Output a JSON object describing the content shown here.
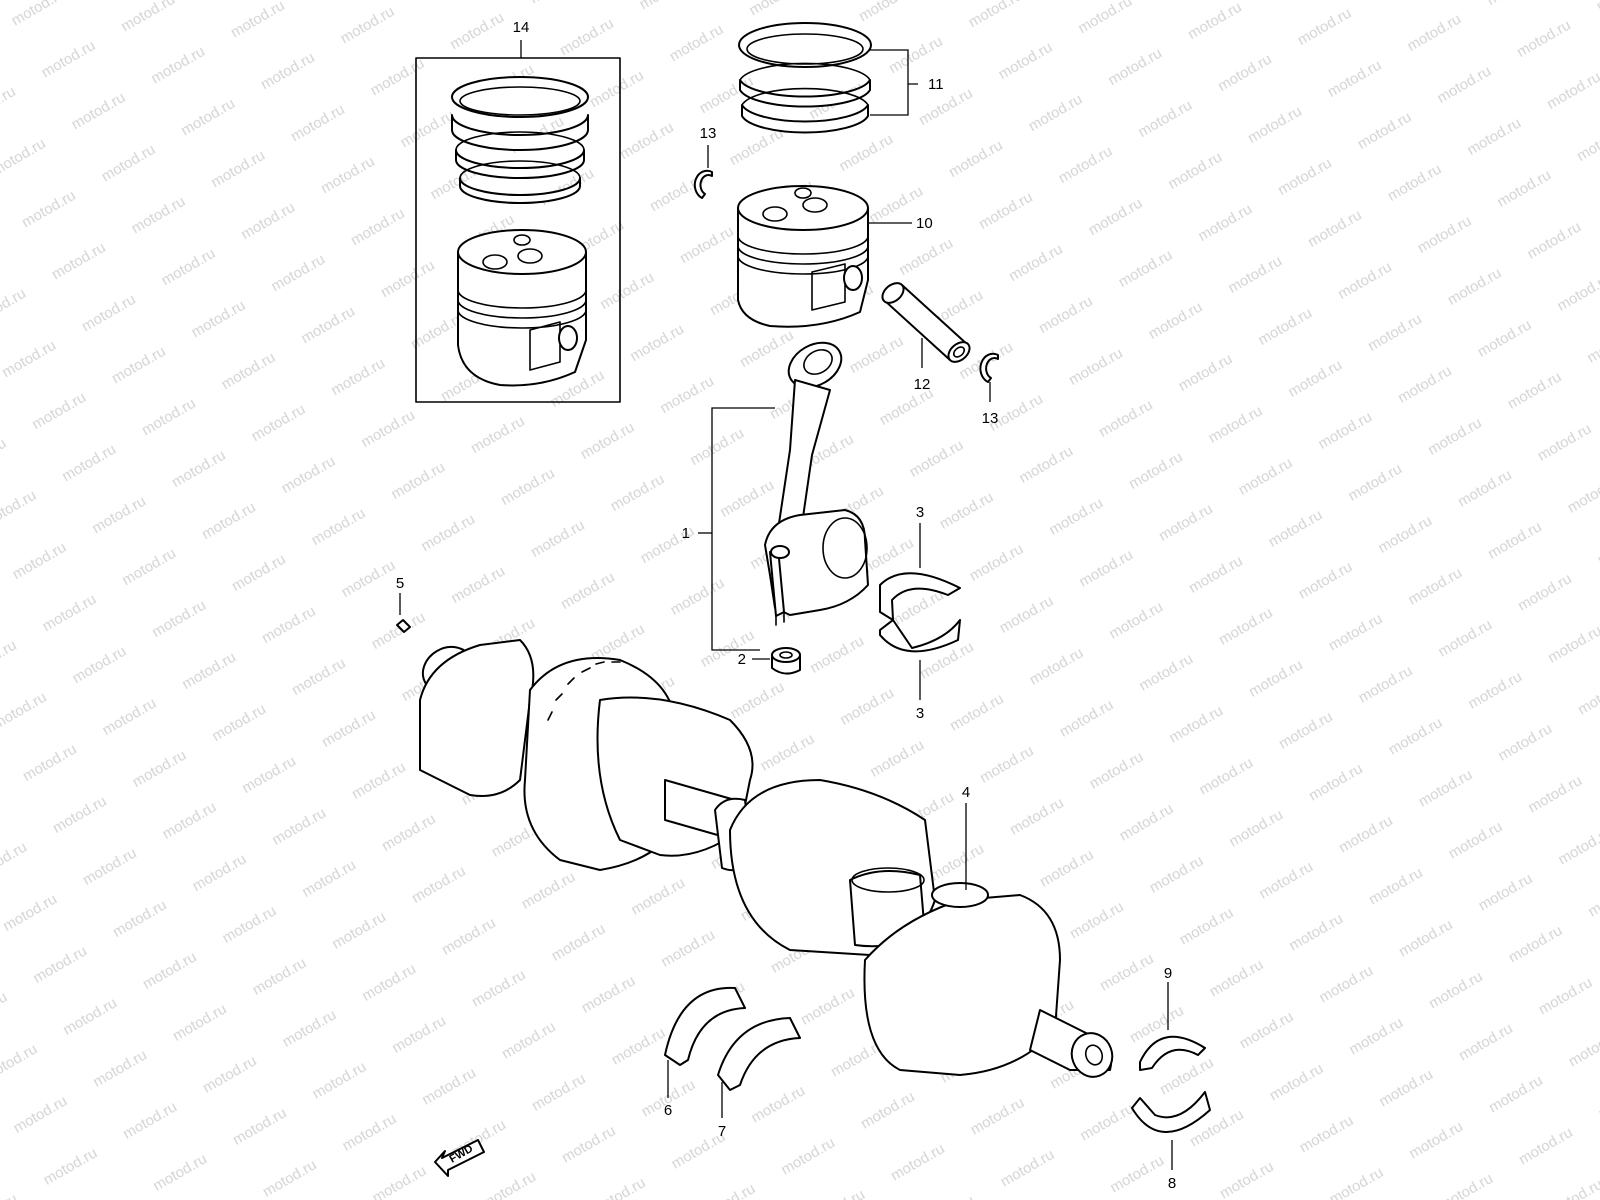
{
  "watermark": {
    "text": "motod.ru",
    "color": "#d4d4d4"
  },
  "diagram": {
    "callouts": {
      "c1": "1",
      "c2": "2",
      "c3a": "3",
      "c3b": "3",
      "c4": "4",
      "c5": "5",
      "c6": "6",
      "c7": "7",
      "c8": "8",
      "c9": "9",
      "c10": "10",
      "c11": "11",
      "c12": "12",
      "c13a": "13",
      "c13b": "13",
      "c14": "14"
    },
    "fwd_label": "FWD",
    "line_color": "#000000"
  }
}
